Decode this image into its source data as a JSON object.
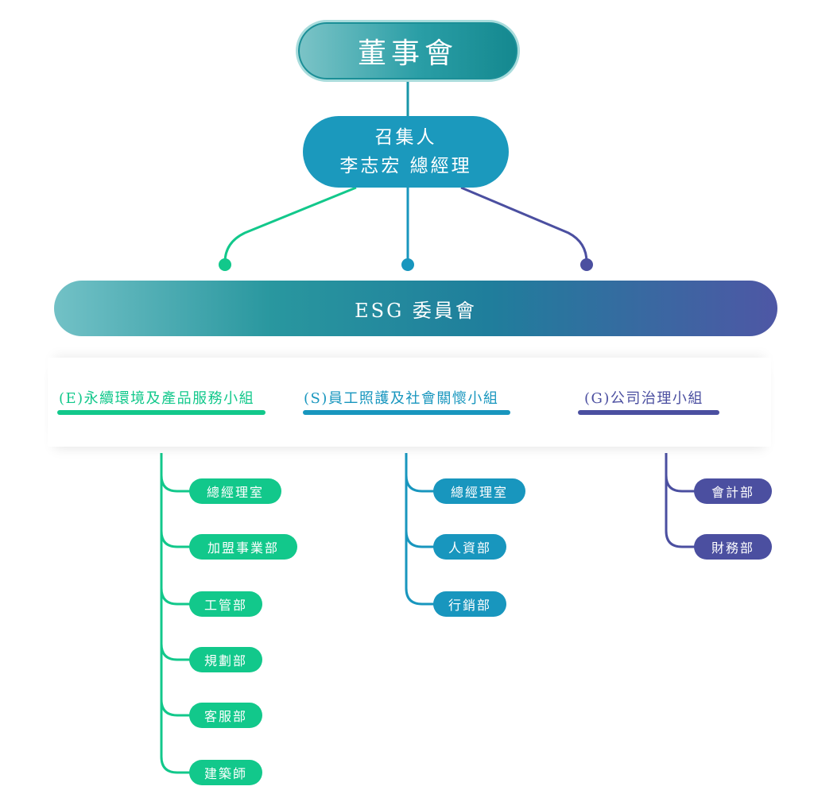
{
  "colors": {
    "environment": "#12c88b",
    "social": "#1896be",
    "governance": "#4b4fa0",
    "board_gradient": [
      "#7cc4c7",
      "#14888f"
    ],
    "esg_gradient": [
      "#72c1c6",
      "#4e57a5"
    ]
  },
  "board": {
    "label": "董事會"
  },
  "convener": {
    "line1": "召集人",
    "line2": "李志宏 總經理"
  },
  "committee": {
    "label": "ESG 委員會"
  },
  "groups": [
    {
      "title": "(E)永續環境及產品服務小組",
      "departments": [
        "總經理室",
        "加盟事業部",
        "工管部",
        "規劃部",
        "客服部",
        "建築師"
      ]
    },
    {
      "title": "(S)員工照護及社會關懷小組",
      "departments": [
        "總經理室",
        "人資部",
        "行銷部"
      ]
    },
    {
      "title": "(G)公司治理小組",
      "departments": [
        "會計部",
        "財務部"
      ]
    }
  ]
}
